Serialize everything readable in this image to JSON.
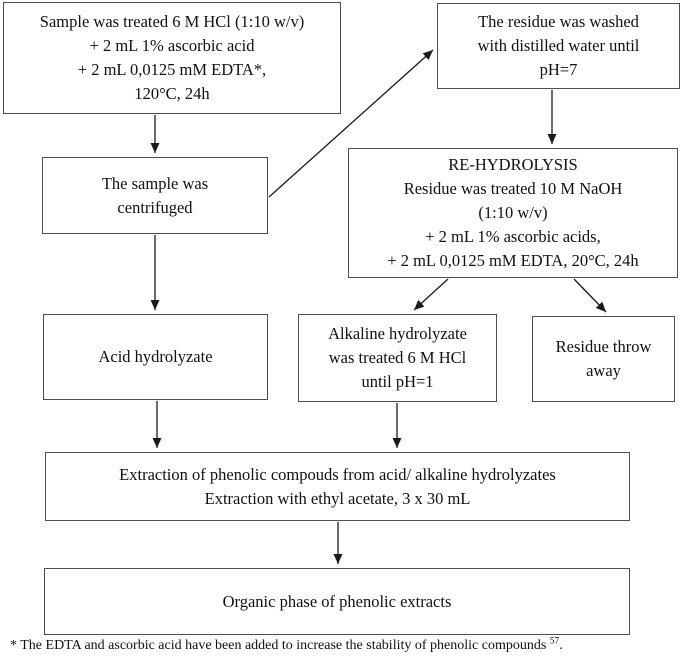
{
  "diagram": {
    "title_hint": "Phenolic compounds extraction flowchart",
    "nodes": {
      "acid_treatment": {
        "label": "Sample was treated 6 M HCl (1:10 w/v)\n+ 2 mL 1% ascorbic acid\n+ 2 mL 0,0125 mM EDTA*,\n120°C, 24h"
      },
      "residue_washed": {
        "label": "The residue was washed\nwith distilled water until\npH=7"
      },
      "centrifuged": {
        "label": "The sample was\ncentrifuged"
      },
      "re_hydrolysis": {
        "label": "RE-HYDROLYSIS\nResidue was treated 10 M NaOH\n(1:10 w/v)\n+ 2 mL 1% ascorbic acids,\n+ 2 mL 0,0125 mM EDTA, 20°C, 24h"
      },
      "acid_hydrolyzate": {
        "label": "Acid hydrolyzate"
      },
      "alkaline_hydrolyzate": {
        "label": "Alkaline hydrolyzate\nwas treated 6 M HCl\nuntil pH=1"
      },
      "residue_throw_away": {
        "label": "Residue throw\naway"
      },
      "extraction": {
        "label": "Extraction of phenolic compouds from acid/ alkaline hydrolyzates\nExtraction with ethyl acetate, 3 x 30 mL"
      },
      "organic_phase": {
        "label": "Organic phase of phenolic extracts"
      }
    },
    "edges": [
      {
        "from": "acid_treatment",
        "to": "centrifuged"
      },
      {
        "from": "centrifuged",
        "to": "residue_washed"
      },
      {
        "from": "residue_washed",
        "to": "re_hydrolysis"
      },
      {
        "from": "centrifuged",
        "to": "acid_hydrolyzate"
      },
      {
        "from": "re_hydrolysis",
        "to": "alkaline_hydrolyzate"
      },
      {
        "from": "re_hydrolysis",
        "to": "residue_throw_away"
      },
      {
        "from": "acid_hydrolyzate",
        "to": "extraction"
      },
      {
        "from": "alkaline_hydrolyzate",
        "to": "extraction"
      },
      {
        "from": "extraction",
        "to": "organic_phase"
      }
    ],
    "footnote": {
      "text": "* The EDTA and ascorbic acid have been added to increase the stability of phenolic compounds ",
      "reference_superscript": "57",
      "terminator": "."
    },
    "colors": {
      "background": "#ffffff",
      "box_border": "#4f4f4f",
      "arrow": "#1a1a1a",
      "text": "#111111"
    }
  }
}
